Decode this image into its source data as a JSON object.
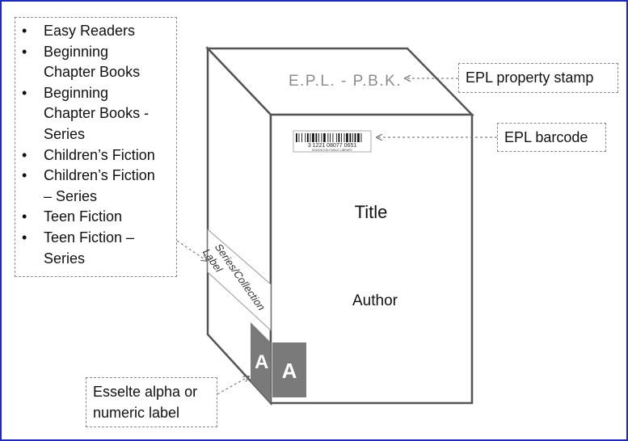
{
  "genre_list": {
    "items": [
      "Easy Readers",
      "Beginning Chapter Books",
      "Beginning Chapter Books - Series",
      "Children’s Fiction",
      "Children’s Fiction – Series",
      "Teen Fiction",
      "Teen Fiction – Series"
    ],
    "item_lines": [
      [
        "Easy Readers"
      ],
      [
        "Beginning",
        "Chapter Books"
      ],
      [
        "Beginning",
        "Chapter Books -",
        "Series"
      ],
      [
        "Children’s Fiction"
      ],
      [
        "Children’s Fiction",
        "– Series"
      ],
      [
        "Teen Fiction"
      ],
      [
        "Teen Fiction –",
        "Series"
      ]
    ]
  },
  "callouts": {
    "property_stamp": "EPL property stamp",
    "barcode": "EPL barcode",
    "esselte": "Esselte alpha or numeric label",
    "esselte_lines": [
      "Esselte alpha or",
      "numeric label"
    ]
  },
  "book": {
    "top_stamp": "E.P.L. - P.B.K.",
    "barcode_number": "3 1221 08077 0651",
    "barcode_caption": "EDMONTON PUBLIC LIBRARY",
    "title": "Title",
    "author": "Author",
    "series_label_lines": [
      "Series/Collection",
      "Label"
    ],
    "spine_letter": "A",
    "front_letter": "A"
  },
  "colors": {
    "frame_border": "#1f2bb8",
    "box_edge": "#555555",
    "label_fill": "#7a7a7a",
    "stamp_text": "#8c8c8c"
  }
}
